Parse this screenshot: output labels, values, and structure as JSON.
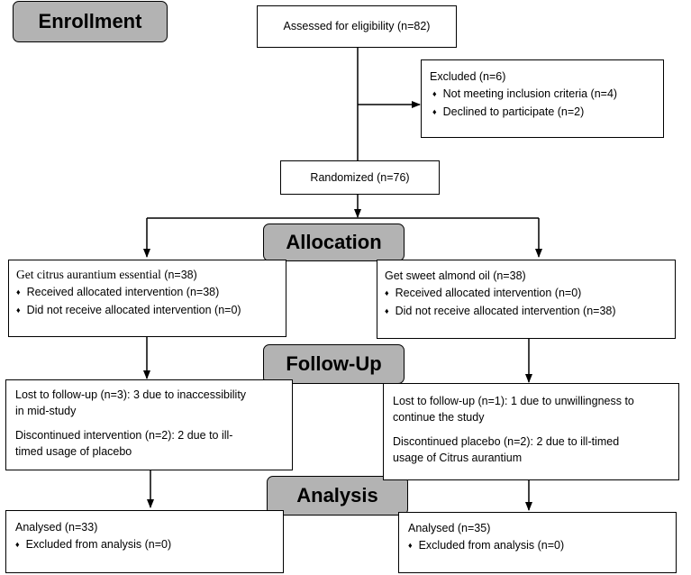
{
  "stages": {
    "enrollment": "Enrollment",
    "allocation": "Allocation",
    "followup": "Follow-Up",
    "analysis": "Analysis"
  },
  "assessed": "Assessed for eligibility (n=82)",
  "excluded": {
    "title": "Excluded (n=6)",
    "items": [
      "Not meeting inclusion criteria (n=4)",
      "Declined to participate (n=2)"
    ]
  },
  "randomized": "Randomized (n=76)",
  "allocation_left": {
    "title_prefix": "Get citrus aurantium essential",
    "title_suffix": " (n=38)",
    "items": [
      "Received allocated intervention (n=38)",
      "Did not receive allocated intervention (n=0)"
    ]
  },
  "allocation_right": {
    "title": "Get sweet almond oil (n=38)",
    "items": [
      "Received allocated intervention (n=0)",
      "Did not receive allocated intervention (n=38)"
    ]
  },
  "followup_left": {
    "lost_line1": "Lost to follow-up (n=3): 3 due to inaccessibility",
    "lost_line2": "in mid-study",
    "disc_line1": "Discontinued intervention (n=2): 2 due to ill-",
    "disc_line2": "timed usage of placebo"
  },
  "followup_right": {
    "lost_line1": "Lost to follow-up (n=1): 1 due to unwillingness to",
    "lost_line2": "continue the study",
    "disc_line1": "Discontinued placebo (n=2): 2 due to ill-timed",
    "disc_line2": "usage of Citrus aurantium"
  },
  "analysis_left": {
    "title": "Analysed (n=33)",
    "items": [
      "Excluded from analysis (n=0)"
    ]
  },
  "analysis_right": {
    "title": "Analysed (n=35)",
    "items": [
      "Excluded from analysis (n=0)"
    ]
  }
}
